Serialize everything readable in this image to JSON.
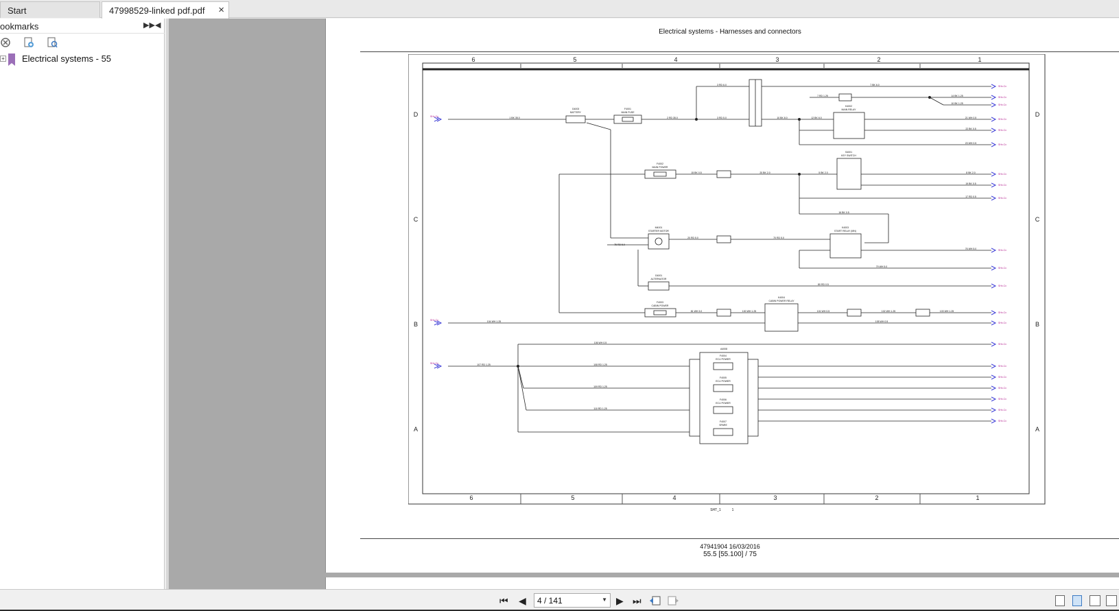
{
  "tabs": [
    {
      "label": "Start"
    },
    {
      "label": "47998529-linked pdf.pdf",
      "close": "×"
    }
  ],
  "sidebar": {
    "title": "ookmarks",
    "expand_all": "▶▶",
    "collapse": "◀",
    "tools": [
      "delete-bookmark-icon",
      "add-bookmark-icon",
      "find-bookmark-icon"
    ],
    "bookmarks": [
      {
        "label": "Electrical systems - 55",
        "expand": "+"
      }
    ]
  },
  "page": {
    "title": "Electrical systems - Harnesses and connectors",
    "footer_line1": "47941904 16/03/2016",
    "footer_line2": "55.5 [55.100] / 75",
    "sheet_label": "SHT_1",
    "sheet_num": "1",
    "columns": [
      "6",
      "5",
      "4",
      "3",
      "2",
      "1"
    ],
    "rows": [
      "D",
      "C",
      "B",
      "A"
    ],
    "components": {
      "battery_id": "G4003",
      "battery": "BATTERY",
      "main_fuse_id": "F4001",
      "main_fuse": "MAIN FUSE",
      "main_relay_id": "K4002",
      "main_relay": "MAIN RELAY",
      "main_power_id": "F4002",
      "main_power": "MAIN POWER",
      "key_switch_id": "S4001",
      "key_switch": "KEY SWITCH",
      "starter_id": "M4001",
      "starter": "STARTER MOTOR",
      "start_relay_id": "K4003",
      "start_relay": "START RELAY (MN)",
      "alternator_id": "G4001",
      "alternator": "ALTERNATOR",
      "cabin_power_id": "F4003",
      "cabin_power": "CABIN POWER",
      "cabin_relay_id": "K4004",
      "cabin_relay": "CABIN POWER RELAY",
      "ecu_block_id": "A4008",
      "ecu1_id": "F4004",
      "ecu1": "ECU POWER",
      "ecu2_id": "F4005",
      "ecu2": "ECU POWER",
      "ecu3_id": "F4006",
      "ecu3": "ECU POWER",
      "spare_id": "F4007",
      "spare": "SPARE"
    },
    "wires": {
      "w1": "1 BK 35.0",
      "w2": "2 RD 35.0",
      "w3": "3 RD 6.0",
      "w4": "3 RD 5.0",
      "w5": "7 RD 1.25",
      "w6": "7 BK 6.0",
      "w7": "10 BK 8.0",
      "w8": "12 BK 6.0",
      "w9": "14 BK 1.25",
      "w10": "21 WH 0.5",
      "w11": "22 BK 0.5",
      "w12": "23 WH 0.5",
      "w13": "10 BK 1.25",
      "w14": "15 BK 0.5",
      "w15": "20 BK 2.0",
      "w16": "5 BK 2.0",
      "w17": "8 BK 2.0",
      "w18": "19 BK 0.5",
      "w19": "17 RD 0.5",
      "w20": "16 BK 0.5",
      "w21": "20 RD 5.0",
      "w22": "70 RD 5.0",
      "w23": "75 RD 5.0",
      "w24": "76 WH 5.0",
      "w25": "79 WH 5.0",
      "w26": "80 RD 0.5",
      "w27": "81 WH 3.0",
      "w28": "100 WH 1.25",
      "w29": "101 WH 0.5",
      "w30": "102 WH 1.25",
      "w31": "103 WH 1.25",
      "w32": "104 WH 1.25",
      "w33": "105 WH 0.5",
      "w34": "106 WH 0.5",
      "w35": "107 RD 1.25",
      "w36": "108 RD 1.25",
      "w37": "109 RD 1.25",
      "w38": "110 RD 1.25"
    },
    "refs": {
      "ref": "SHx.Cx"
    }
  },
  "toolbar": {
    "first": "⏮",
    "prev": "◀",
    "page_indicator": "4 / 141",
    "next": "▶",
    "last": "⏭"
  },
  "colors": {
    "accent": "#3b3bd6",
    "ref_text": "#b0168a",
    "bookmark": "#9b6fb8"
  }
}
